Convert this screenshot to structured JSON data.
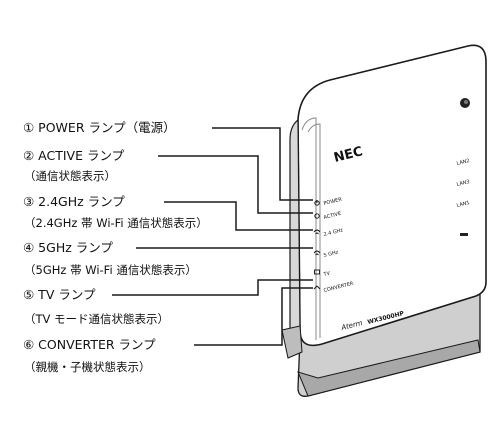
{
  "device": {
    "brand_logo": "NEC",
    "model_logo": "Aterm",
    "model_number": "WX3000HP",
    "port_labels": [
      "LAN2",
      "LAN3",
      "LAN1"
    ],
    "lamp_labels": [
      "POWER",
      "ACTIVE",
      "2.4 GHz",
      "5 GHz",
      "TV",
      "CONVERTER"
    ]
  },
  "callouts": [
    {
      "label": "① POWER ランプ（電源）",
      "sub": ""
    },
    {
      "label": "② ACTIVE ランプ",
      "sub": "（通信状態表示）"
    },
    {
      "label": "③ 2.4GHz ランプ",
      "sub": "（2.4GHz 帯 Wi-Fi 通信状態表示）"
    },
    {
      "label": "④ 5GHz ランプ",
      "sub": "（5GHz 帯 Wi-Fi 通信状態表示）"
    },
    {
      "label": "⑤ TV ランプ",
      "sub": "（TV モード通信状態表示）"
    },
    {
      "label": "⑥ CONVERTER ランプ",
      "sub": "（親機・子機状態表示）"
    }
  ],
  "colors": {
    "body": "#ffffff",
    "outline": "#1a1a1a",
    "edge_grey": "#8a8a8a",
    "stand": "#c9c9c9",
    "stand_dark": "#9a9a9a"
  }
}
